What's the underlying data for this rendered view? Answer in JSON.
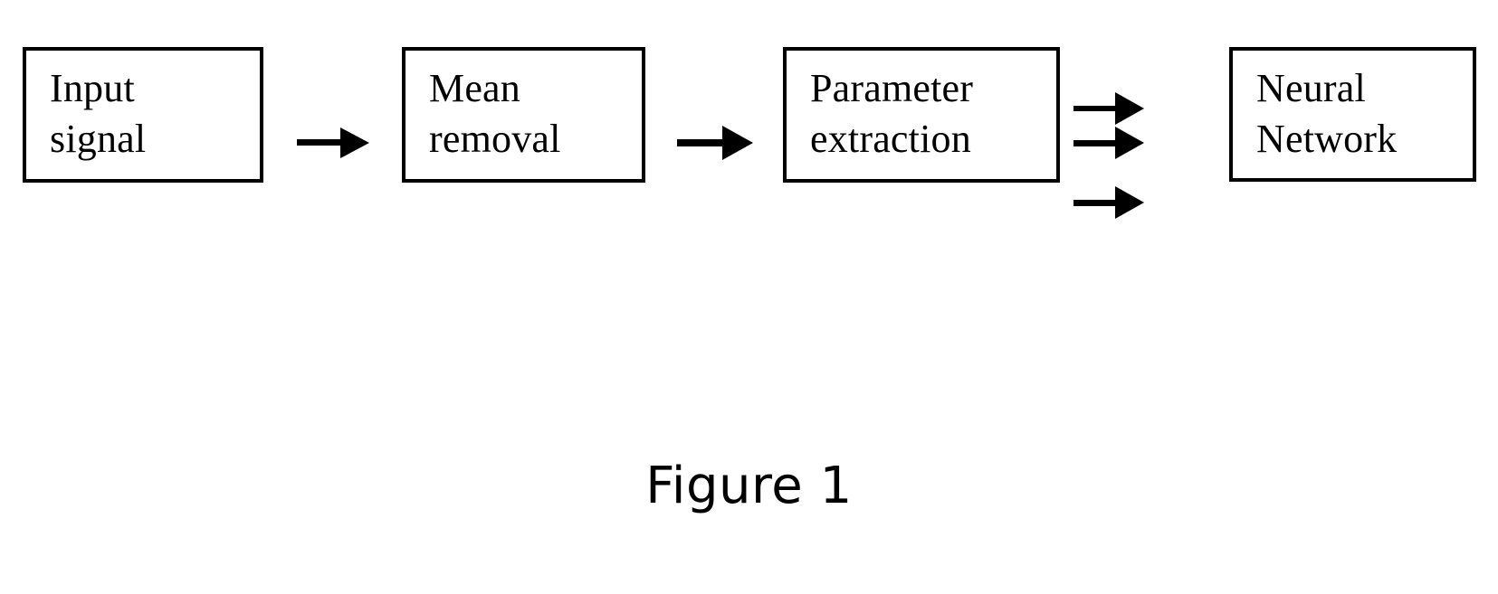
{
  "figure": {
    "caption": "Figure 1",
    "background_color": "#ffffff",
    "stroke_color": "#000000"
  },
  "diagram": {
    "type": "block-diagram",
    "orientation": "left-to-right",
    "blocks": [
      {
        "id": "input-signal",
        "label": "Input\nsignal"
      },
      {
        "id": "mean-removal",
        "label": "Mean\nremoval"
      },
      {
        "id": "parameter-extraction",
        "label": "Parameter\nextraction"
      },
      {
        "id": "neural-network",
        "label": "Neural\nNetwork"
      }
    ],
    "connectors": [
      {
        "id": "arrow-input-to-mean",
        "from": "input-signal",
        "to": "mean-removal",
        "glyph": "arrow-right-icon",
        "count": 1
      },
      {
        "id": "arrow-mean-to-parameter",
        "from": "mean-removal",
        "to": "parameter-extraction",
        "glyph": "arrow-right-icon",
        "count": 1
      },
      {
        "id": "arrow-parameter-to-neural",
        "from": "parameter-extraction",
        "to": "neural-network",
        "glyph": "arrow-right-icon",
        "count": 3
      }
    ]
  }
}
